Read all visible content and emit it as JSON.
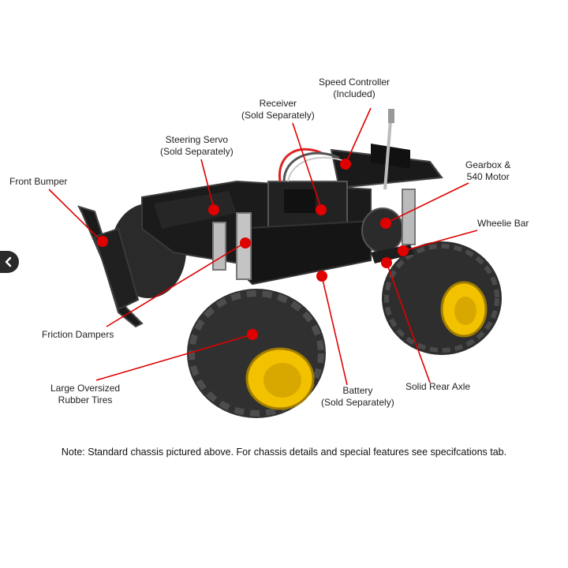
{
  "labels": {
    "speed_controller": [
      "Speed Controller",
      "(Included)"
    ],
    "receiver": [
      "Receiver",
      "(Sold Separately)"
    ],
    "steering_servo": [
      "Steering Servo",
      "(Sold Separately)"
    ],
    "gearbox_motor": [
      "Gearbox &",
      "540 Motor"
    ],
    "front_bumper": [
      "Front Bumper"
    ],
    "wheelie_bar": [
      "Wheelie Bar"
    ],
    "friction_dampers": [
      "Friction Dampers"
    ],
    "large_tires": [
      "Large Oversized",
      "Rubber Tires"
    ],
    "battery": [
      "Battery",
      "(Sold Separately)"
    ],
    "solid_rear_axle": [
      "Solid Rear Axle"
    ]
  },
  "note": "Note: Standard chassis pictured above. For chassis details and special features see specifcations tab.",
  "colors": {
    "marker": "#e00000",
    "tire": "#3a3a3a",
    "wheel": "#f2c200",
    "chassis": "#1b1b1b"
  },
  "icons": {
    "nav_prev": "chevron-left-icon"
  }
}
